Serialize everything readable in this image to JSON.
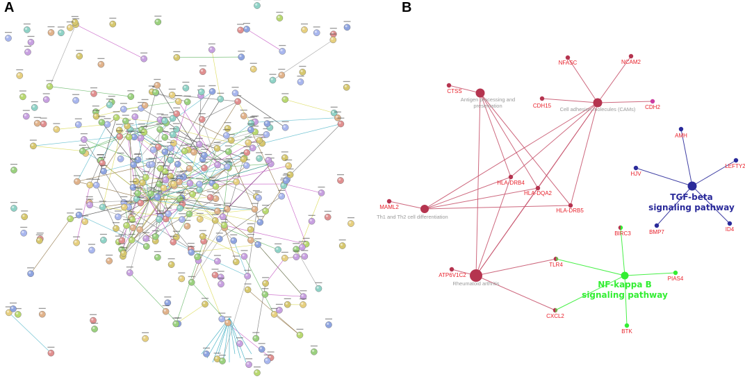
{
  "panels": {
    "a_label": "A",
    "b_label": "B"
  },
  "colors": {
    "rheumatoid_edge": "#c8566f",
    "rheumatoid_node": "#b5344f",
    "tgf": "#2a2a9a",
    "nfkb": "#33ee33",
    "gene_text": "#e8202a",
    "pathway_small_text": "#999999"
  },
  "network_b": {
    "pathways": [
      {
        "id": "antigen",
        "label_lines": [
          "Antigen processing and",
          "presentation"
        ],
        "group": "red"
      },
      {
        "id": "cams",
        "label_lines": [
          "Cell adhesion molecules (CAMs)"
        ],
        "group": "red"
      },
      {
        "id": "th",
        "label_lines": [
          "Th1 and Th2 cell differentiation"
        ],
        "group": "red"
      },
      {
        "id": "ra",
        "label_lines": [
          "Rheumatoid arthritis"
        ],
        "group": "red"
      },
      {
        "id": "tgf",
        "label_lines": [
          "TGF-beta",
          "signaling pathway"
        ],
        "group": "blue"
      },
      {
        "id": "nfkb",
        "label_lines": [
          "NF-kappa B",
          "signaling pathway"
        ],
        "group": "green"
      }
    ],
    "genes": [
      {
        "id": "NFASC",
        "label": "NFASC"
      },
      {
        "id": "NCAM2",
        "label": "NCAM2"
      },
      {
        "id": "CTSS",
        "label": "CTSS"
      },
      {
        "id": "CDH15",
        "label": "CDH15"
      },
      {
        "id": "CDH2",
        "label": "CDH2"
      },
      {
        "id": "AMH",
        "label": "AMH"
      },
      {
        "id": "LEFTY2",
        "label": "LEFTY2"
      },
      {
        "id": "HJV",
        "label": "HJV"
      },
      {
        "id": "BMP7",
        "label": "BMP7"
      },
      {
        "id": "ID4",
        "label": "ID4"
      },
      {
        "id": "HLA-DRB4",
        "label": "HLA-DRB4"
      },
      {
        "id": "HLA-DQA2",
        "label": "HLA-DQA2"
      },
      {
        "id": "HLA-DRB5",
        "label": "HLA-DRB5"
      },
      {
        "id": "MAML2",
        "label": "MAML2"
      },
      {
        "id": "BIRC3",
        "label": "BIRC3"
      },
      {
        "id": "TLR4",
        "label": "TLR4"
      },
      {
        "id": "PIAS4",
        "label": "PIAS4"
      },
      {
        "id": "ATP6V1C2",
        "label": "ATP6V1C2"
      },
      {
        "id": "CXCL2",
        "label": "CXCL2"
      },
      {
        "id": "BTK",
        "label": "BTK"
      }
    ],
    "edges": [
      [
        "cams",
        "NFASC"
      ],
      [
        "cams",
        "NCAM2"
      ],
      [
        "cams",
        "CDH15"
      ],
      [
        "cams",
        "CDH2"
      ],
      [
        "cams",
        "HLA-DRB4"
      ],
      [
        "cams",
        "HLA-DQA2"
      ],
      [
        "cams",
        "HLA-DRB5"
      ],
      [
        "cams",
        "th"
      ],
      [
        "cams",
        "ra"
      ],
      [
        "antigen",
        "CTSS"
      ],
      [
        "antigen",
        "HLA-DRB4"
      ],
      [
        "antigen",
        "HLA-DQA2"
      ],
      [
        "antigen",
        "HLA-DRB5"
      ],
      [
        "antigen",
        "ra"
      ],
      [
        "th",
        "MAML2"
      ],
      [
        "th",
        "HLA-DRB4"
      ],
      [
        "th",
        "HLA-DQA2"
      ],
      [
        "th",
        "HLA-DRB5"
      ],
      [
        "ra",
        "HLA-DRB4"
      ],
      [
        "ra",
        "HLA-DQA2"
      ],
      [
        "ra",
        "ATP6V1C2"
      ],
      [
        "ra",
        "TLR4"
      ],
      [
        "ra",
        "CXCL2"
      ],
      [
        "tgf",
        "AMH"
      ],
      [
        "tgf",
        "LEFTY2"
      ],
      [
        "tgf",
        "HJV"
      ],
      [
        "tgf",
        "BMP7"
      ],
      [
        "tgf",
        "ID4"
      ],
      [
        "nfkb",
        "TLR4"
      ],
      [
        "nfkb",
        "BIRC3"
      ],
      [
        "nfkb",
        "PIAS4"
      ],
      [
        "nfkb",
        "CXCL2"
      ],
      [
        "nfkb",
        "BTK"
      ]
    ]
  }
}
